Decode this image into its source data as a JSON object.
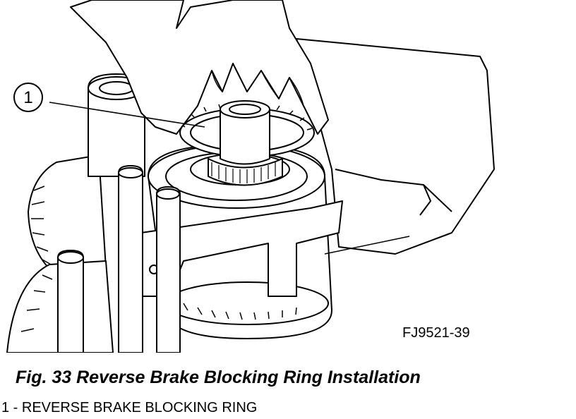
{
  "figure": {
    "callout": "1",
    "code": "FJ9521-39",
    "caption": "Fig. 33 Reverse Brake Blocking Ring Installation",
    "legend_item": "1 - REVERSE BRAKE BLOCKING RING"
  },
  "colors": {
    "ink": "#000000",
    "paper": "#ffffff"
  }
}
